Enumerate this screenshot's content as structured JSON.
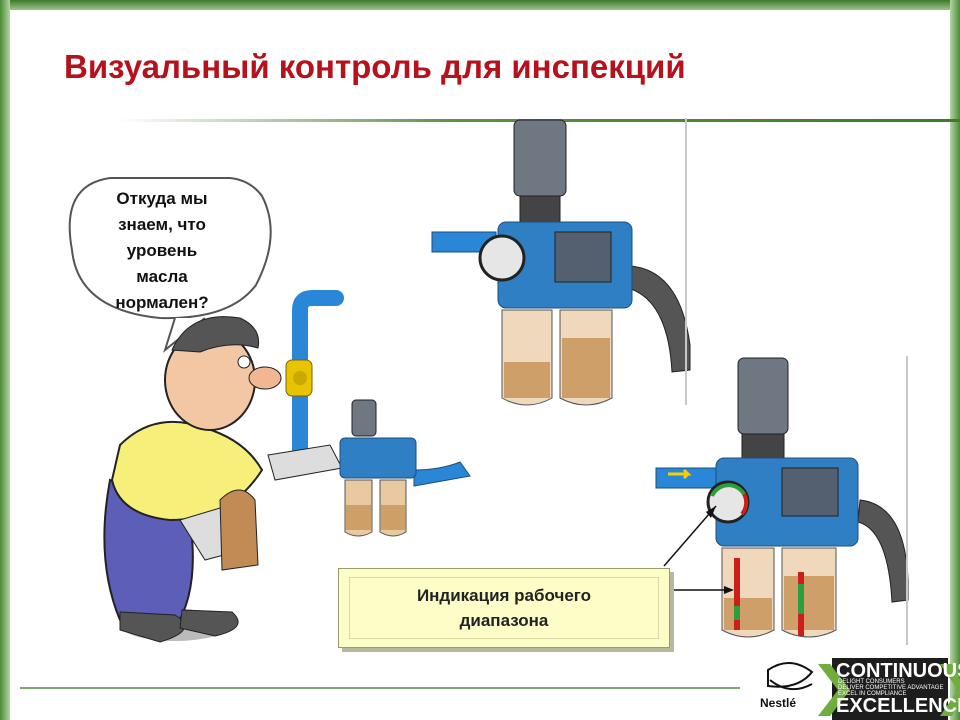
{
  "slide": {
    "title": "Визуальный контроль для инспекций",
    "bubble_text_lines": [
      "Откуда мы",
      "знаем, что",
      "уровень",
      "масла",
      "нормален?"
    ],
    "caption_lines": [
      "Индикация рабочего",
      "диапазона"
    ]
  },
  "branding": {
    "nestle": "Nestlé",
    "continuous": "CONTINUOUS",
    "excellence": "EXCELLENCE",
    "tagline_lines": [
      "DELIGHT CONSUMERS",
      "DELIVER COMPETITIVE ADVANTAGE",
      "EXCEL IN COMPLIANCE"
    ]
  },
  "colors": {
    "title": "#b5121b",
    "frame_green": "#3d7a2a",
    "caption_bg": "#fdfdc8",
    "regulator_blue": "#2f7fc4",
    "oil": "#c8955a",
    "indicator_red": "#cc1f1a",
    "indicator_green": "#2e9e3b"
  }
}
